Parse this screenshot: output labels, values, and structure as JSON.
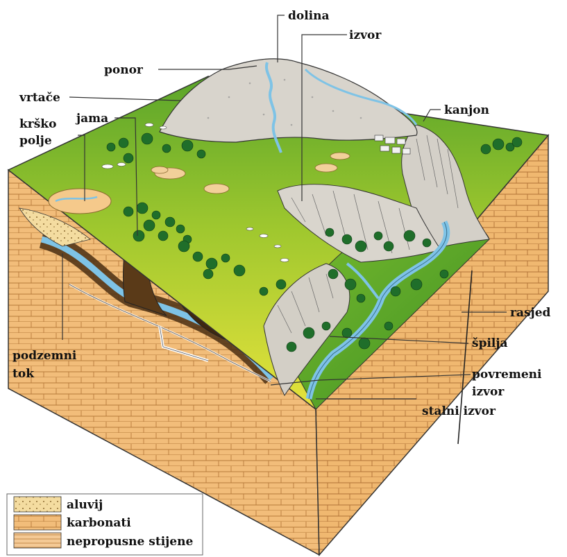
{
  "labels": {
    "dolina": "dolina",
    "izvor": "izvor",
    "ponor": "ponor",
    "vrtace": "vrtače",
    "kanjon": "kanjon",
    "jama": "jama",
    "krsko_polje_1": "krško",
    "krsko_polje_2": "polje",
    "rasjed": "rasjed",
    "spilja": "špilja",
    "podzemni_tok_1": "podzemni",
    "podzemni_tok_2": "tok",
    "povremeni_izvor_1": "povremeni",
    "povremeni_izvor_2": "izvor",
    "stalni_izvor": "stalni izvor"
  },
  "legend": {
    "items": [
      {
        "label": "aluvij",
        "swatch": "aluvij"
      },
      {
        "label": "karbonati",
        "swatch": "karbonati"
      },
      {
        "label": "nepropusne stijene",
        "swatch": "nepropusne"
      }
    ]
  },
  "colors": {
    "grass_light": "#d8df3a",
    "grass_dark": "#4e9a22",
    "rock_side": "#f2bd7a",
    "rock_line": "#b77a3a",
    "mountain": "#d8d4cc",
    "water": "#7ec3e6",
    "tree": "#1f6e2a",
    "polje": "#f5c98b",
    "legend_aluvij": "#f4dca0"
  }
}
